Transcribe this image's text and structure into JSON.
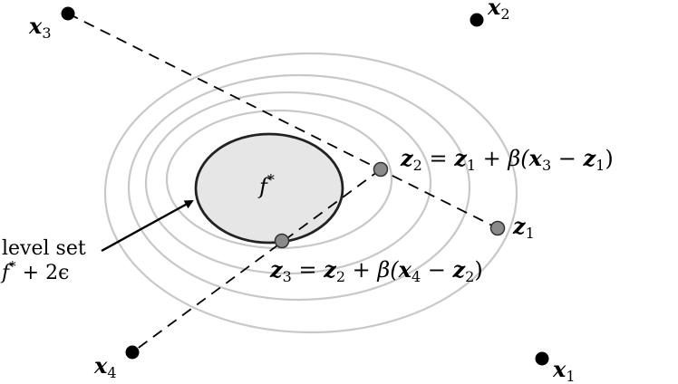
{
  "diagram": {
    "points": {
      "x1": {
        "name": "x",
        "sub": "1"
      },
      "x2": {
        "name": "x",
        "sub": "2"
      },
      "x3": {
        "name": "x",
        "sub": "3"
      },
      "x4": {
        "name": "x",
        "sub": "4"
      }
    },
    "iterates": {
      "z1": {
        "name": "z",
        "sub": "1"
      },
      "z2_eq": {
        "lhs": "z",
        "lhs_sub": "2",
        "eq": " = ",
        "z": "z",
        "z_sub": "1",
        "plus": " + ",
        "beta": "β(",
        "x": "x",
        "x_sub": "3",
        "minus": " − ",
        "z2": "z",
        "z2_sub": "1",
        "close": ")"
      },
      "z3_eq": {
        "lhs": "z",
        "lhs_sub": "3",
        "eq": " = ",
        "z": "z",
        "z_sub": "2",
        "plus": " + ",
        "beta": "β(",
        "x": "x",
        "x_sub": "4",
        "minus": " − ",
        "z2": "z",
        "z2_sub": "2",
        "close": ")"
      }
    },
    "optimum_label": {
      "f": "f",
      "sup": "*"
    },
    "level_set_label": {
      "line1": "level set",
      "line2_f": "f",
      "line2_sup": "*",
      "line2_rest": " + 2ϵ"
    },
    "colors": {
      "contour": "#c8c8c8",
      "optimum_fill": "#e6e6e6",
      "iterate_fill": "#8a8a8a",
      "ink": "#000000"
    }
  }
}
